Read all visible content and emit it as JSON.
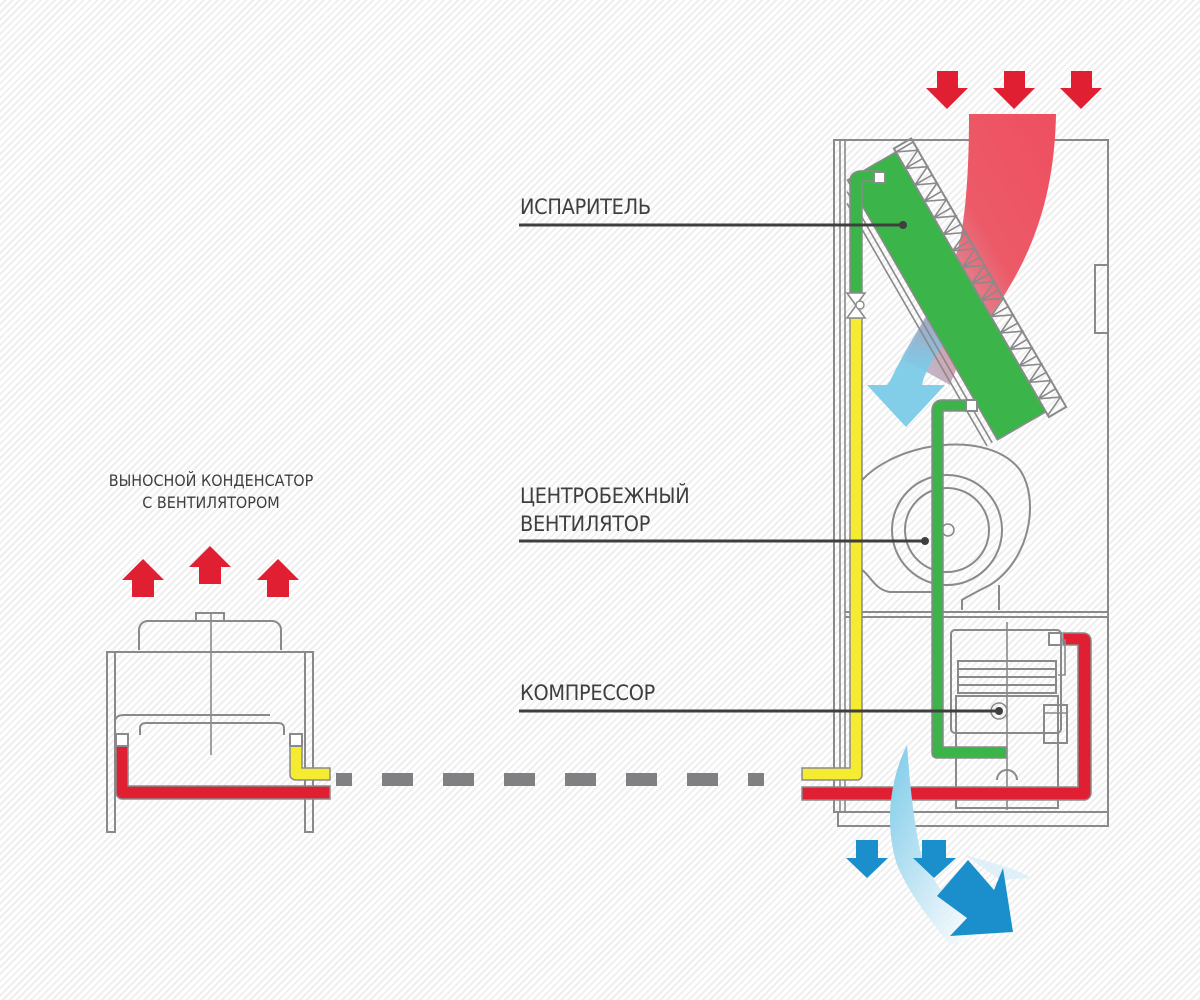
{
  "diagram": {
    "title": "Схема системы кондиционирования с выносным конденсатором",
    "labels": {
      "evaporator": "ИСПАРИТЕЛЬ",
      "fan_line1": "ЦЕНТРОБЕЖНЫЙ",
      "fan_line2": "ВЕНТИЛЯТОР",
      "compressor": "КОМПРЕССОР",
      "condenser_line1": "ВЫНОСНОЙ КОНДЕНСАТОР",
      "condenser_line2": "С ВЕНТИЛЯТОРОМ"
    },
    "components": [
      {
        "id": "evaporator",
        "name": "Испаритель",
        "color": "#3bb54a"
      },
      {
        "id": "centrifugal-fan",
        "name": "Центробежный вентилятор"
      },
      {
        "id": "compressor",
        "name": "Компрессор"
      },
      {
        "id": "remote-condenser",
        "name": "Выносной конденсатор с вентилятором"
      },
      {
        "id": "expansion-valve",
        "name": "Расширительный вентиль"
      }
    ],
    "pipes": [
      {
        "id": "liquid-line",
        "color": "#f5ec32",
        "from": "remote-condenser",
        "to": "expansion-valve"
      },
      {
        "id": "suction-line",
        "color": "#3bb54a",
        "from": "evaporator",
        "to": "compressor"
      },
      {
        "id": "discharge-line",
        "color": "#e01f33",
        "from": "compressor",
        "to": "remote-condenser"
      }
    ],
    "airflows": [
      {
        "id": "warm-air-in",
        "color": "#e01f33",
        "direction": "down",
        "count": 3
      },
      {
        "id": "cool-air-out",
        "color": "#1b8fcb",
        "direction": "down",
        "count": 3
      },
      {
        "id": "condenser-hot-air-out",
        "color": "#e01f33",
        "direction": "up",
        "count": 3
      }
    ],
    "colors": {
      "hot": "#e01f33",
      "warm_flow": "#ef5060",
      "cold": "#1b8fcb",
      "cold_flow": "#7ccbe8",
      "evaporator": "#3bb54a",
      "liquid": "#f5ec32",
      "outline": "#8a8a8c",
      "text": "#3f3f3f"
    }
  }
}
